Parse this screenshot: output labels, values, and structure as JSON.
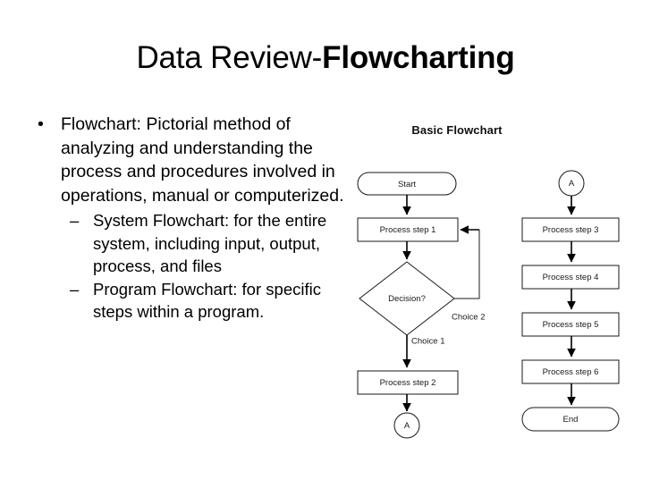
{
  "slide": {
    "title_regular": "Data Review-",
    "title_bold": "Flowcharting",
    "background_color": "#ffffff",
    "text_color": "#000000"
  },
  "body": {
    "bullets": [
      {
        "level": 1,
        "marker": "•",
        "text": "Flowchart: Pictorial method of analyzing and understanding the process and procedures involved in operations, manual or computerized."
      },
      {
        "level": 2,
        "marker": "–",
        "text": "System Flowchart: for the entire system, including input, output, process, and files"
      },
      {
        "level": 2,
        "marker": "–",
        "text": "Program Flowchart: for specific steps within a program."
      }
    ]
  },
  "flowchart": {
    "heading": "Basic Flowchart",
    "nodes": {
      "start": "Start",
      "process_step_1": "Process step 1",
      "decision": "Decision?",
      "process_step_2": "Process step 2",
      "connector_a_bottom": "A",
      "connector_a_top": "A",
      "process_step_3": "Process step 3",
      "process_step_4": "Process step 4",
      "process_step_5": "Process step 5",
      "process_step_6": "Process step 6",
      "end": "End"
    },
    "edge_labels": {
      "choice_1": "Choice 1",
      "choice_2": "Choice 2"
    },
    "stroke_color": "#1a1a1a",
    "fill_color": "#ffffff"
  }
}
